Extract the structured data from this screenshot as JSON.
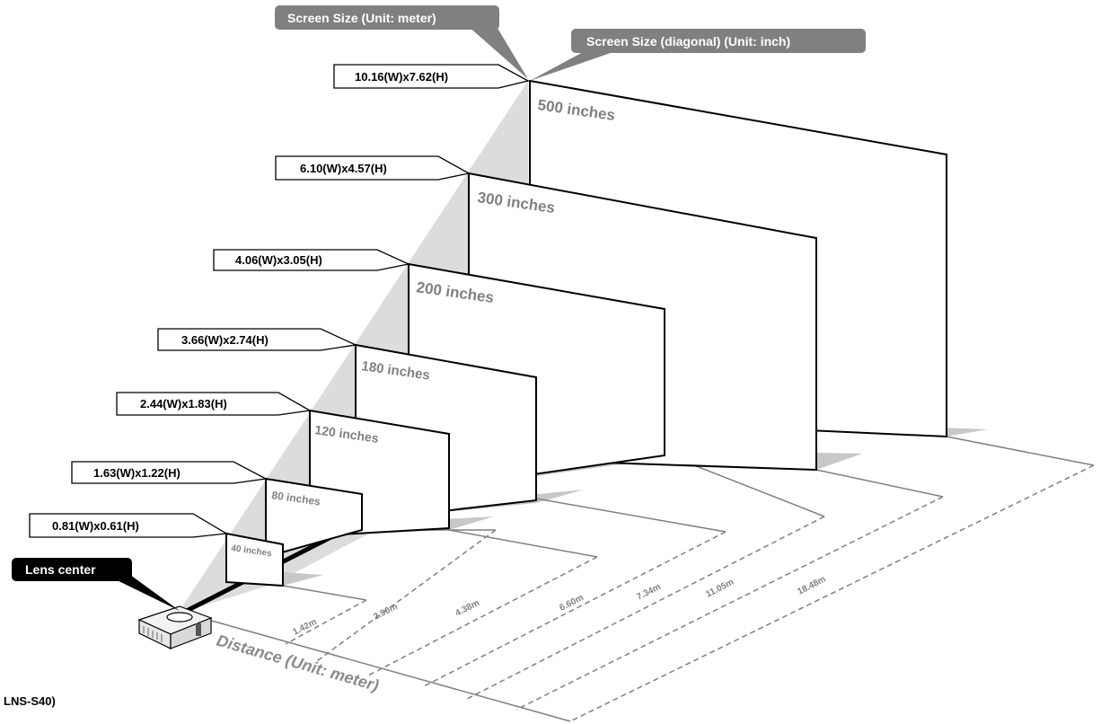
{
  "callouts": {
    "screen_size_meter": "Screen Size (Unit: meter)",
    "screen_size_inch": "Screen Size (diagonal) (Unit: inch)",
    "lens_center": "Lens center"
  },
  "axis_label": "Distance (Unit: meter)",
  "model_label": "LNS-S40)",
  "screens": [
    {
      "diagonal": "40 inches",
      "size": "0.81(W)x0.61(H)",
      "distance": "1.42m"
    },
    {
      "diagonal": "80 inches",
      "size": "1.63(W)x1.22(H)",
      "distance": "2.90m"
    },
    {
      "diagonal": "120 inches",
      "size": "2.44(W)x1.83(H)",
      "distance": "4.38m"
    },
    {
      "diagonal": "180 inches",
      "size": "3.66(W)x2.74(H)",
      "distance": "6.60m"
    },
    {
      "diagonal": "200 inches",
      "size": "4.06(W)x3.05(H)",
      "distance": "7.34m"
    },
    {
      "diagonal": "300 inches",
      "size": "6.10(W)x4.57(H)",
      "distance": "11.05m"
    },
    {
      "diagonal": "500 inches",
      "size": "10.16(W)x7.62(H)",
      "distance": "18.48m"
    }
  ],
  "colors": {
    "callout_bg": "#808080",
    "lens_callout_bg": "#000000",
    "inch_label": "#808080",
    "beam": "#d9d9d9"
  }
}
